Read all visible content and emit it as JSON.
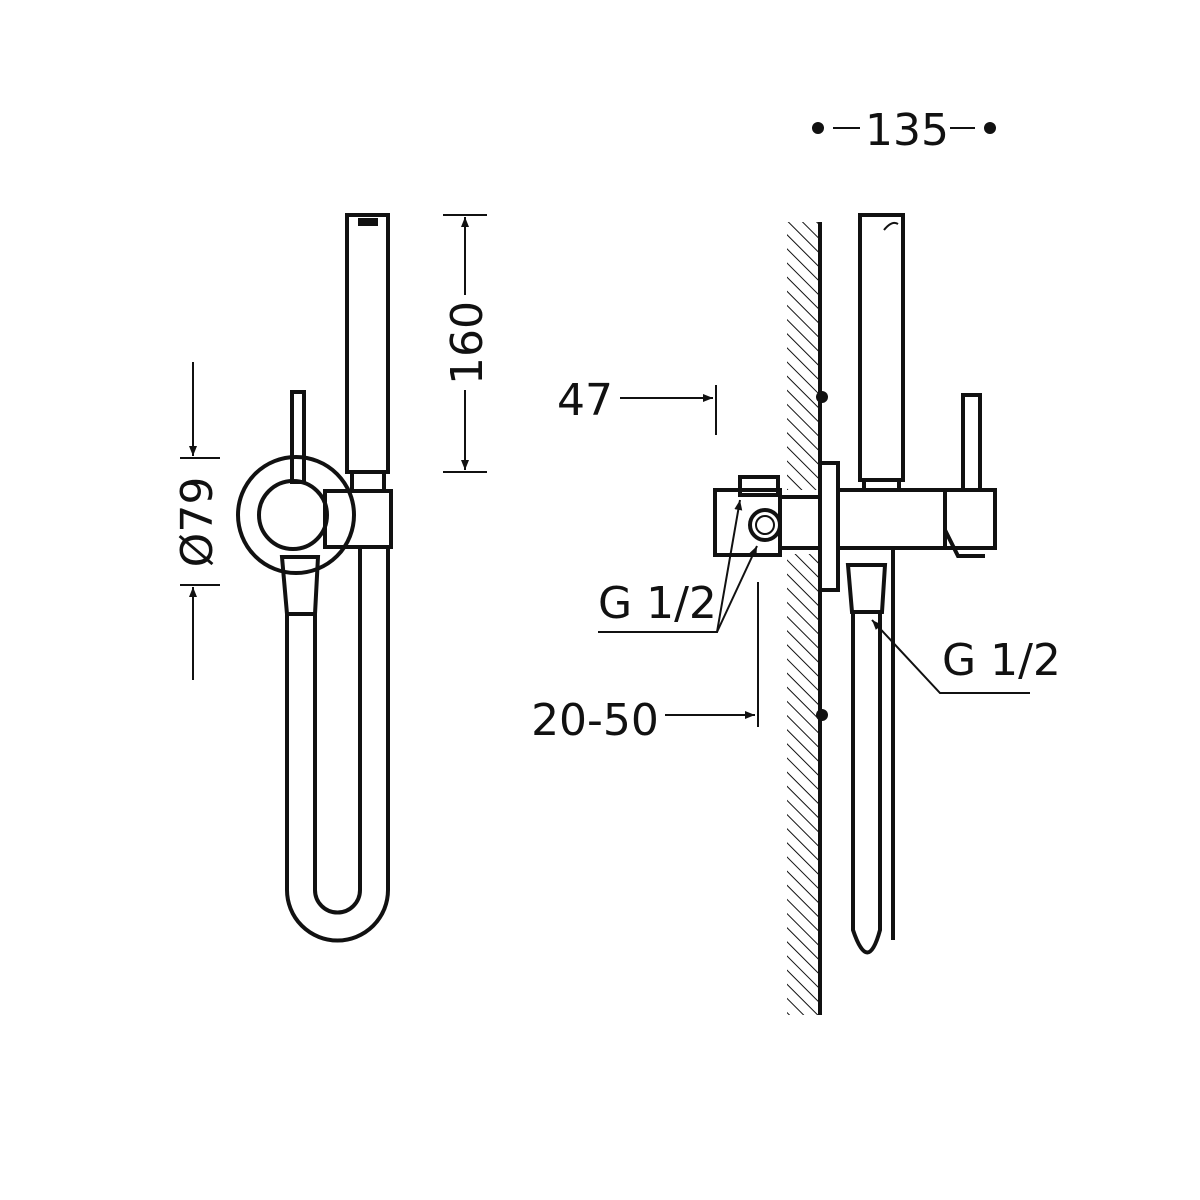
{
  "drawing": {
    "front_view": {
      "height_dimension": "160",
      "diameter_dimension": "Ø79"
    },
    "side_view": {
      "depth_dimension": "135",
      "offset_dimension": "47",
      "wall_range_dimension": "20-50",
      "inlet_thread": "G 1/2",
      "outlet_thread": "G 1/2"
    },
    "colors": {
      "line": "#111111",
      "background": "#ffffff"
    }
  }
}
